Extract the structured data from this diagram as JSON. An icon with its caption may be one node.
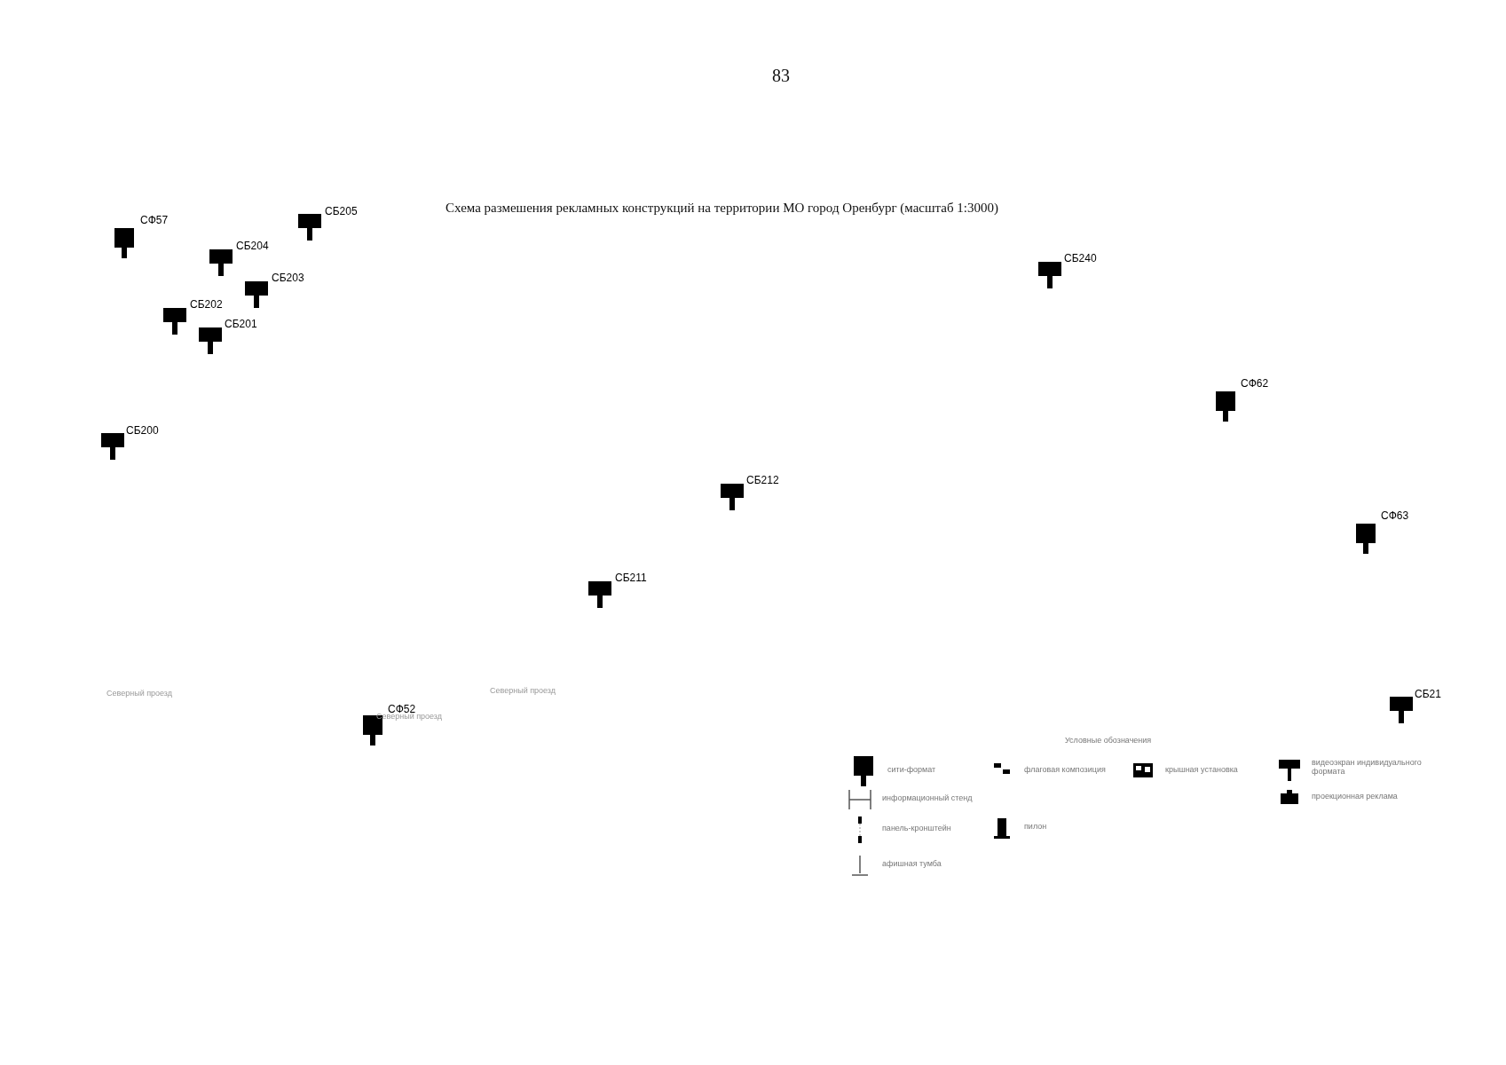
{
  "diagram": {
    "title": "Схема размешения рекламных конструкций на территории МО город Оренбург (масштаб 1:3000)",
    "labels": [
      "83",
      "СФ57",
      "СБ205",
      "СБ204",
      "СБ203",
      "СБ202",
      "СБ201",
      "СБ200",
      "СБ212",
      "СБ211",
      "СФ52",
      "СБ240",
      "СФ62",
      "СФ63",
      "СБ21",
      "Северный проезд",
      "Северный проезд",
      "Северный проезд",
      "Условные обозначения"
    ],
    "legend": [
      {
        "text": "сити-формат"
      },
      {
        "text": "информационный стенд"
      },
      {
        "text": "панель-кронштейн"
      },
      {
        "text": "афишная тумба"
      },
      {
        "text": "флаговая композиция"
      },
      {
        "text": "пилон"
      },
      {
        "text": "крышная установка"
      },
      {
        "text": "видеоэкран индивидуального формата"
      },
      {
        "text": "проекционная реклама"
      }
    ]
  }
}
